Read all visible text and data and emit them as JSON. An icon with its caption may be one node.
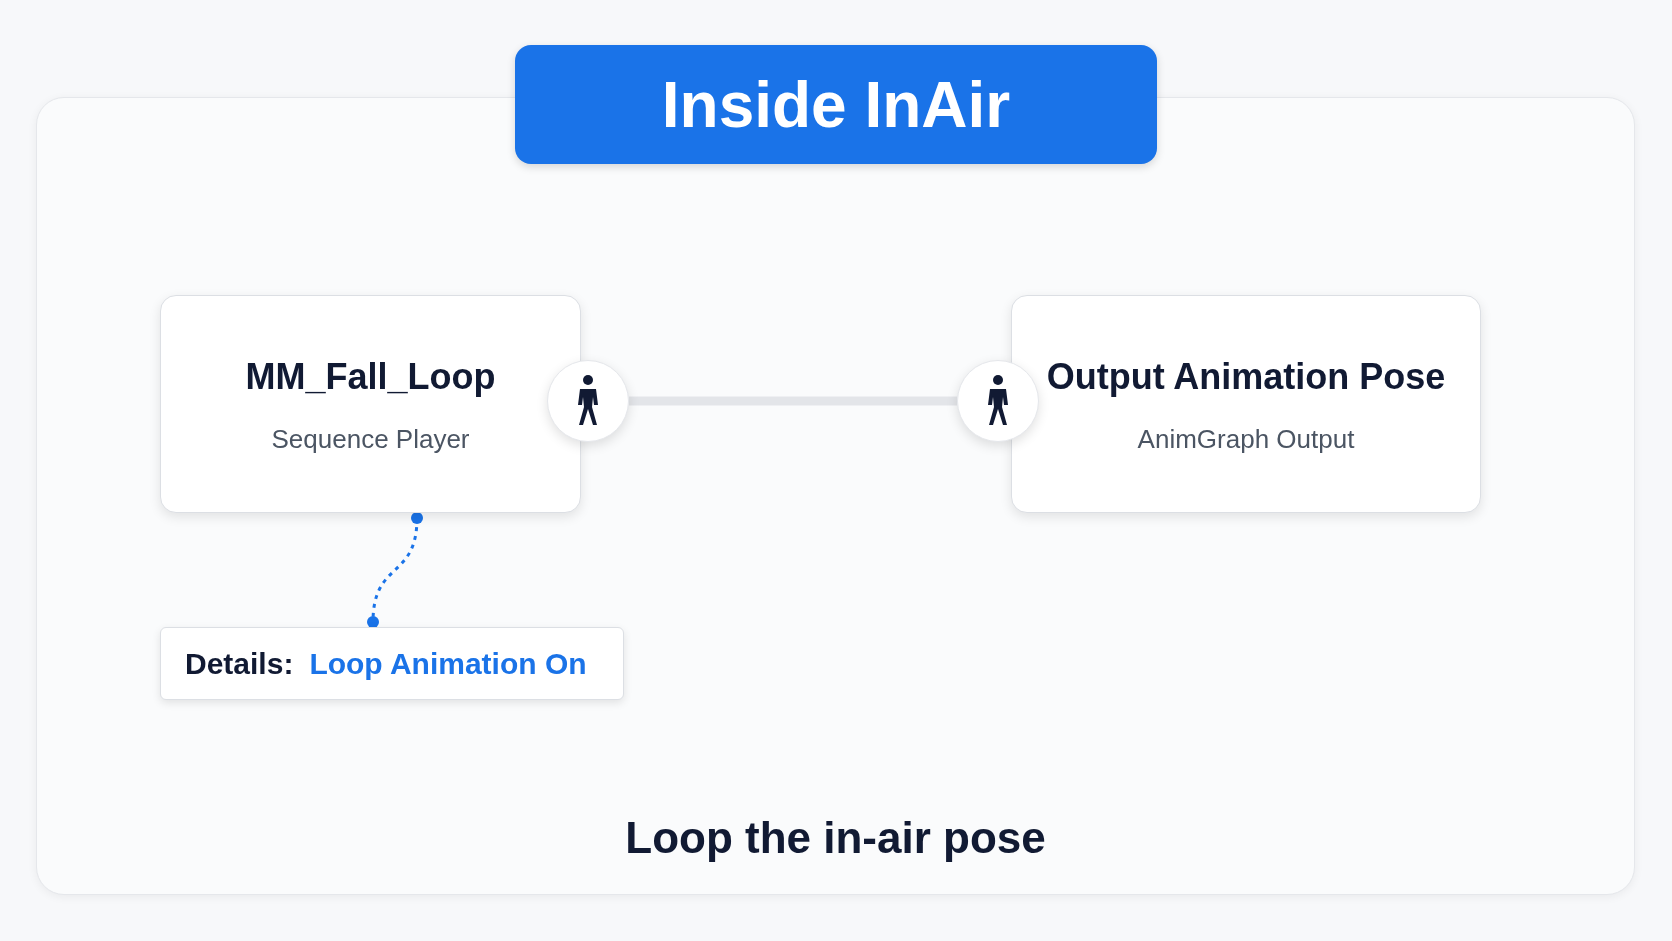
{
  "diagram": {
    "title": "Inside InAir",
    "caption": "Loop the in-air pose",
    "nodes": [
      {
        "text": [
          "MM_Fall_Loop",
          "Sequence Player"
        ]
      },
      {
        "text": [],
        "shape": "circle"
      },
      {
        "text": [],
        "shape": "circle"
      },
      {
        "text": [
          "Output Animation Pose",
          "AnimGraph Output"
        ]
      },
      {
        "text": [
          "Details:",
          "Loop Animation On"
        ]
      }
    ],
    "edges": [
      {
        "from": 1,
        "to": 2,
        "arrow": "none",
        "style": "thick"
      },
      {
        "from": 0,
        "to": 4,
        "arrow": "other",
        "style": "dashed",
        "color": "#1a73e8"
      }
    ]
  }
}
